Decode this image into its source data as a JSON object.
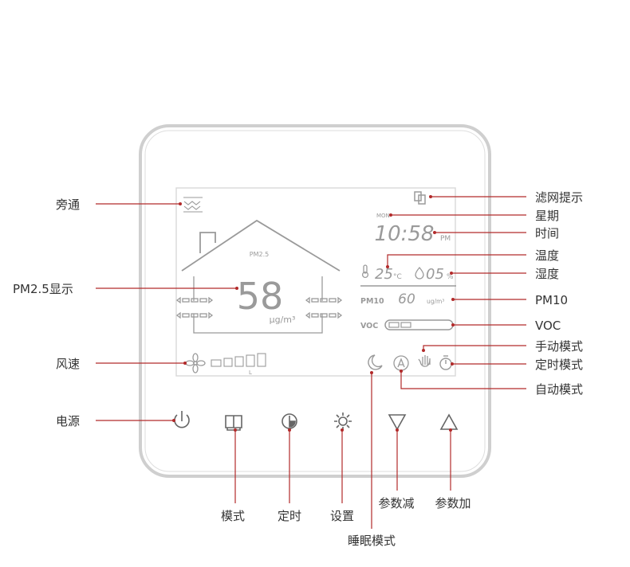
{
  "lcd": {
    "pm25_label": "PM2.5",
    "pm25_value": "58",
    "pm25_unit": "μg/m³",
    "weekday": "MON",
    "time": "10:58",
    "ampm": "PM",
    "temperature": "25",
    "temp_unit": "°C",
    "humidity": "05",
    "humidity_unit": "%",
    "pm10_label": "PM10",
    "pm10_value": "60",
    "pm10_unit": "ug/m³",
    "voc_label": "VOC",
    "fan_level_label": "L"
  },
  "callouts": {
    "bypass": "旁通",
    "pm25_display": "PM2.5显示",
    "fan_speed": "风速",
    "power": "电源",
    "filter_reminder": "滤网提示",
    "weekday": "星期",
    "time": "时间",
    "temperature": "温度",
    "humidity": "湿度",
    "pm10": "PM10",
    "voc": "VOC",
    "manual_mode": "手动模式",
    "timer_mode": "定时模式",
    "auto_mode": "自动模式",
    "mode": "模式",
    "timer": "定时",
    "settings": "设置",
    "param_down": "参数减",
    "param_up": "参数加",
    "sleep_mode": "睡眠模式"
  },
  "icons": {
    "power": "power-icon",
    "mode": "book-icon",
    "timer": "clock-icon",
    "settings": "gear-icon",
    "down": "triangle-down-icon",
    "up": "triangle-up-icon"
  },
  "colors": {
    "callout_line": "#b22a2a",
    "lcd_segment": "#9a9a9a",
    "frame": "#cccccc"
  }
}
